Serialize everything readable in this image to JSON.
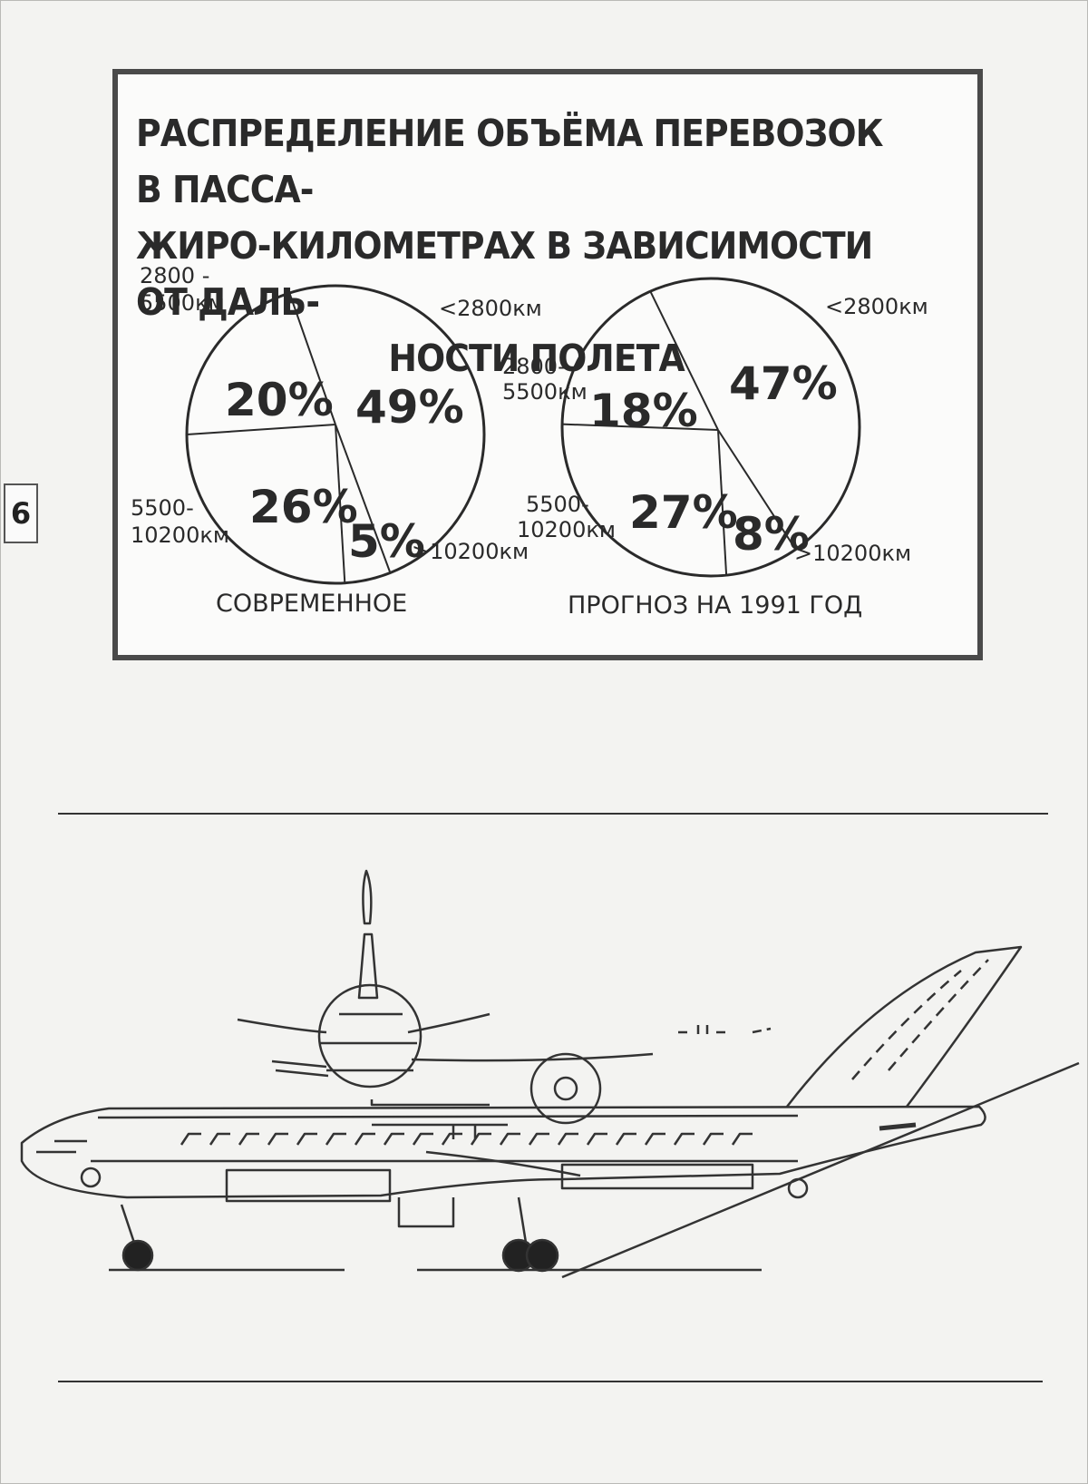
{
  "page_number": "6",
  "title": {
    "line1": "РАСПРЕДЕЛЕНИЕ ОБЪЁМА ПЕРЕВОЗОК В ПАССА-",
    "line2": "ЖИРО-КИЛОМЕТРАХ В ЗАВИСИМОСТИ ОТ ДАЛЬ-",
    "line3": "НОСТИ ПОЛЕТА"
  },
  "chart_data": [
    {
      "type": "pie",
      "caption": "СОВРЕМЕННОЕ",
      "slices": [
        {
          "range_label": "<2800км",
          "percent_label": "49%",
          "value": 49
        },
        {
          "range_label": ">10200км",
          "percent_label": "5%",
          "value": 5
        },
        {
          "range_label": "5500-10200км",
          "percent_label": "26%",
          "value": 26
        },
        {
          "range_label": "2800-5500км",
          "percent_label": "20%",
          "value": 20
        }
      ]
    },
    {
      "type": "pie",
      "caption": "ПРОГНОЗ НА 1991 ГОД",
      "slices": [
        {
          "range_label": "<2800км",
          "percent_label": "47%",
          "value": 47
        },
        {
          "range_label": ">10200км",
          "percent_label": "8%",
          "value": 8
        },
        {
          "range_label": "5500-10200км",
          "percent_label": "27%",
          "value": 27
        },
        {
          "range_label": "2800-5500км",
          "percent_label": "18%",
          "value": 18
        }
      ]
    }
  ],
  "labels": {
    "p1_range_a1": "2800 -",
    "p1_range_a2": "5500км",
    "p1_range_b": "<2800км",
    "p1_range_c1": "5500-",
    "p1_range_c2": "10200км",
    "p1_range_d": ">10200км",
    "p2_range_a1": "2800-",
    "p2_range_a2": "5500км",
    "p2_range_b": "<2800км",
    "p2_range_c1": "5500-",
    "p2_range_c2": "10200км",
    "p2_range_d": ">10200км"
  },
  "colors": {
    "ink": "#2a2a2a",
    "paper": "#f3f3f1"
  }
}
